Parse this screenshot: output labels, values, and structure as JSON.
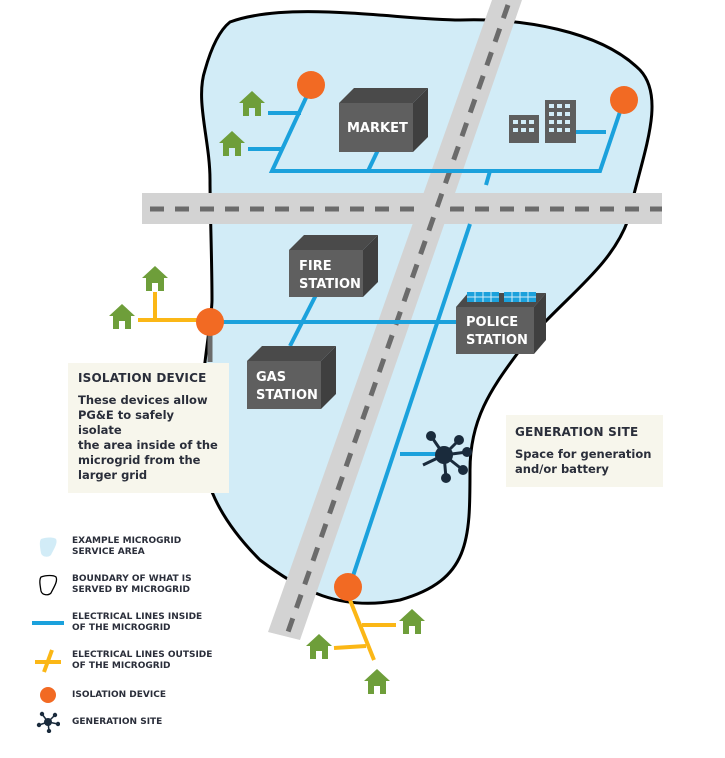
{
  "buildings": {
    "market": "MARKET",
    "fire_station": [
      "FIRE",
      "STATION"
    ],
    "gas_station": [
      "GAS",
      "STATION"
    ],
    "police_station": [
      "POLICE",
      "STATION"
    ]
  },
  "callouts": {
    "isolation_device": {
      "title": "ISOLATION DEVICE",
      "body": [
        "These devices allow",
        "PG&E to safely isolate",
        "the area inside of the",
        "microgrid from the",
        "larger grid"
      ]
    },
    "generation_site": {
      "title": "GENERATION SITE",
      "body": [
        "Space for generation",
        "and/or battery"
      ]
    }
  },
  "legend": [
    {
      "icon": "service-area-icon",
      "label": [
        "EXAMPLE MICROGRID",
        "SERVICE AREA"
      ]
    },
    {
      "icon": "boundary-icon",
      "label": [
        "BOUNDARY OF WHAT IS",
        "SERVED BY MICROGRID"
      ]
    },
    {
      "icon": "inside-line-icon",
      "label": [
        "ELECTRICAL LINES INSIDE",
        "OF THE MICROGRID"
      ]
    },
    {
      "icon": "outside-line-icon",
      "label": [
        "ELECTRICAL LINES OUTSIDE",
        "OF THE MICROGRID"
      ]
    },
    {
      "icon": "isolation-device-icon",
      "label": [
        "ISOLATION DEVICE"
      ]
    },
    {
      "icon": "generation-site-icon",
      "label": [
        "GENERATION SITE"
      ]
    }
  ],
  "colors": {
    "service_area": "#d2ecf7",
    "boundary": "#000000",
    "inside_line": "#1ba1dc",
    "outside_line": "#fbb716",
    "isolation_device": "#f26a23",
    "generation_site": "#1a2b3c",
    "house": "#6e9e3a",
    "building": "#5a5b5d",
    "road": "#d3d3d3",
    "road_dash": "#6b6b6b",
    "callout_bg": "#f7f6ec"
  }
}
